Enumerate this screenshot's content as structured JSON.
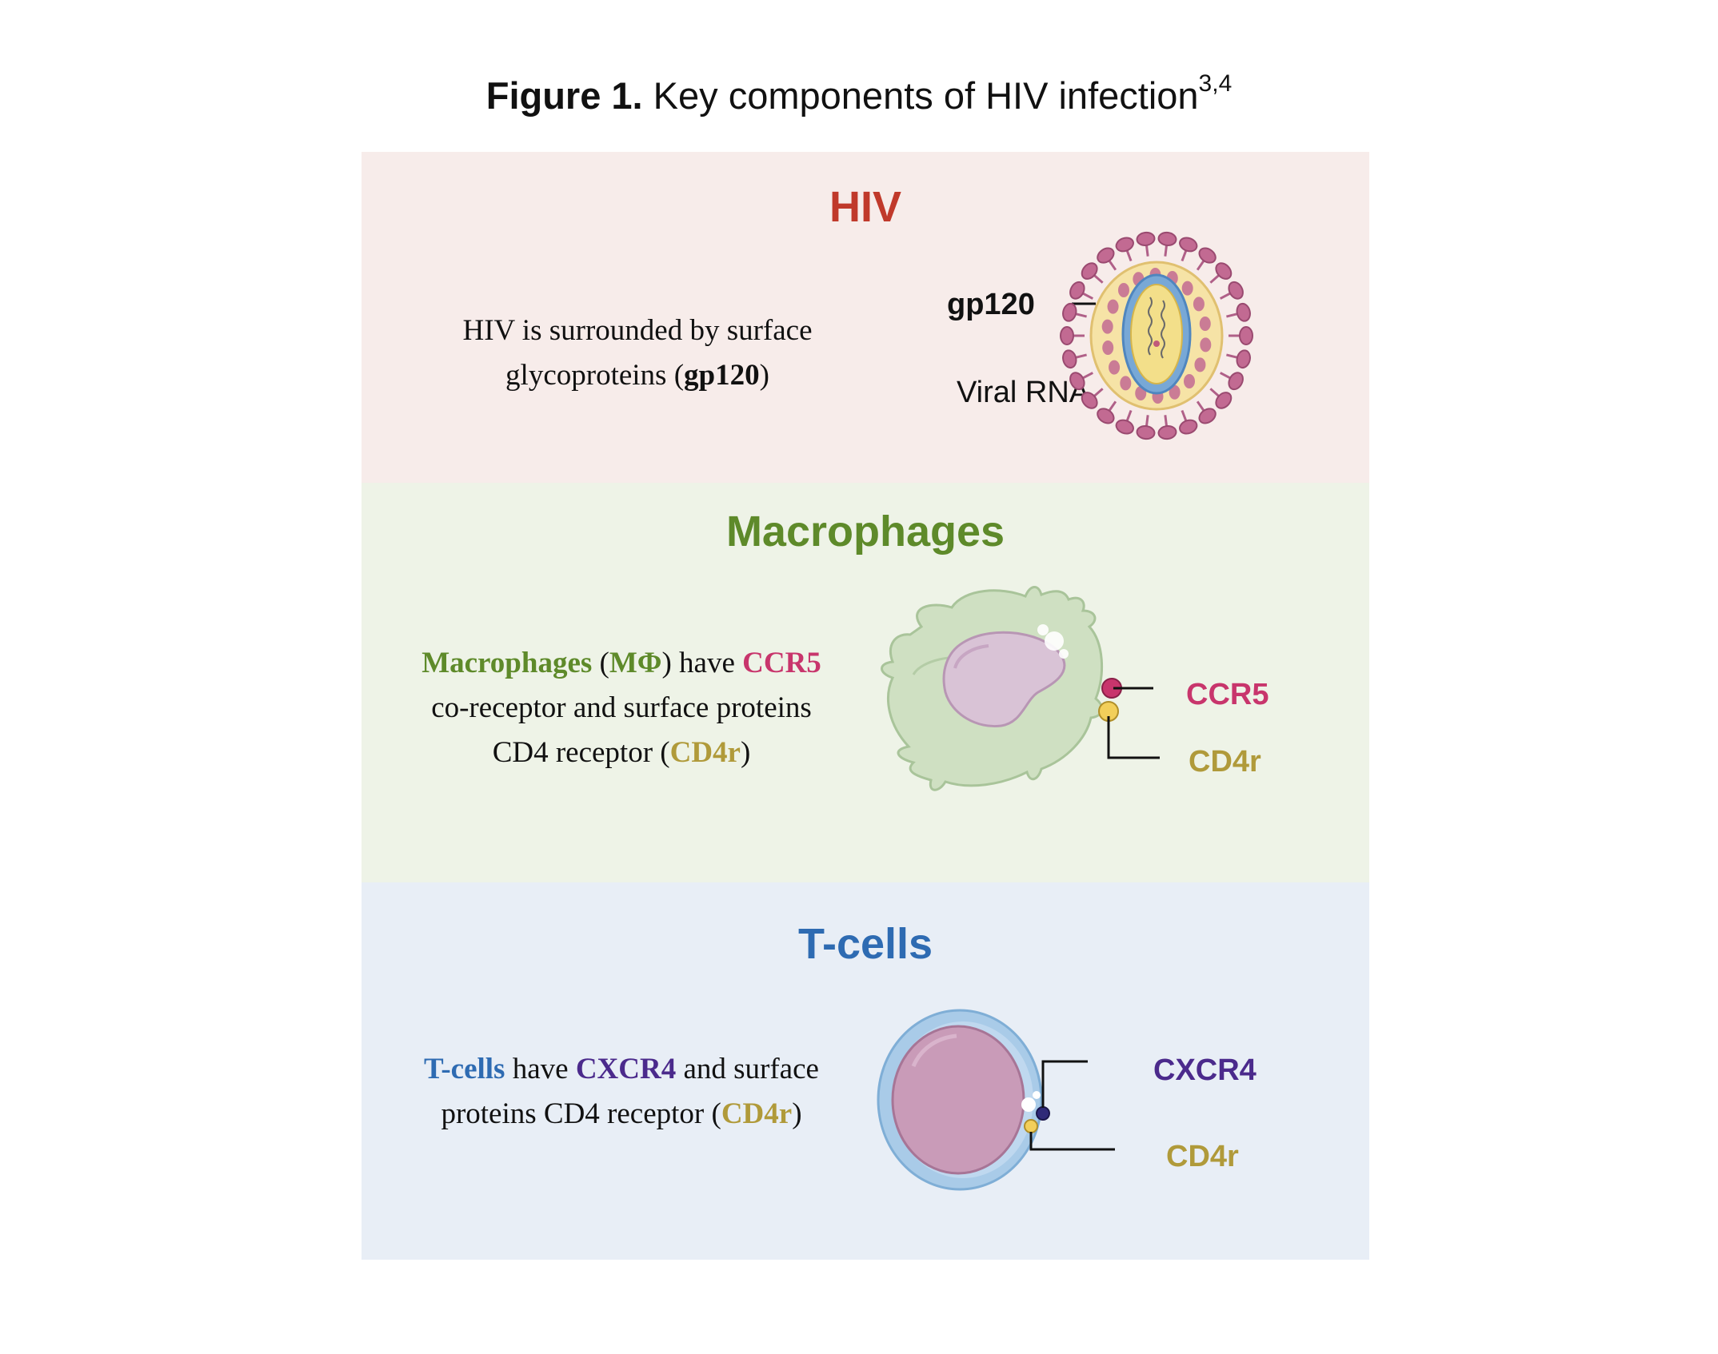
{
  "figure": {
    "title_bold": "Figure 1.",
    "title_rest": "Key components of HIV infection",
    "title_sup": "3,4"
  },
  "colors": {
    "hiv_red": "#c0392b",
    "macrophage_green": "#5e8a2a",
    "tcell_blue": "#2e6bb2",
    "ccr5_pink": "#c8356c",
    "cd4r_gold": "#b09a3a",
    "cxcr4_purple": "#4b2a8c",
    "hiv_panel_bg": "#f7ecea",
    "macrophage_panel_bg": "#eef3e7",
    "tcell_panel_bg": "#e8eef6"
  },
  "hiv": {
    "title": "HIV",
    "desc_line1": "HIV is surrounded by surface",
    "desc_line2_pre": "glycoproteins (",
    "desc_line2_bold": "gp120",
    "desc_line2_post": ")",
    "label_gp120": "gp120",
    "label_rna": "Viral RNA"
  },
  "macrophages": {
    "title": "Macrophages",
    "desc_l1_a": "Macrophages",
    "desc_l1_b": " (",
    "desc_l1_c": "MΦ",
    "desc_l1_d": ") have ",
    "desc_l1_e": "CCR5",
    "desc_line2": "co-receptor and surface proteins",
    "desc_l3_a": "CD4 receptor (",
    "desc_l3_b": "CD4r",
    "desc_l3_c": ")",
    "label_ccr5": "CCR5",
    "label_cd4r": "CD4r"
  },
  "tcells": {
    "title": "T-cells",
    "desc_l1_a": "T-cells",
    "desc_l1_b": " have ",
    "desc_l1_c": "CXCR4",
    "desc_l1_d": " and surface",
    "desc_l2_a": "proteins CD4 receptor (",
    "desc_l2_b": "CD4r",
    "desc_l2_c": ")",
    "label_cxcr4": "CXCR4",
    "label_cd4r": "CD4r"
  }
}
